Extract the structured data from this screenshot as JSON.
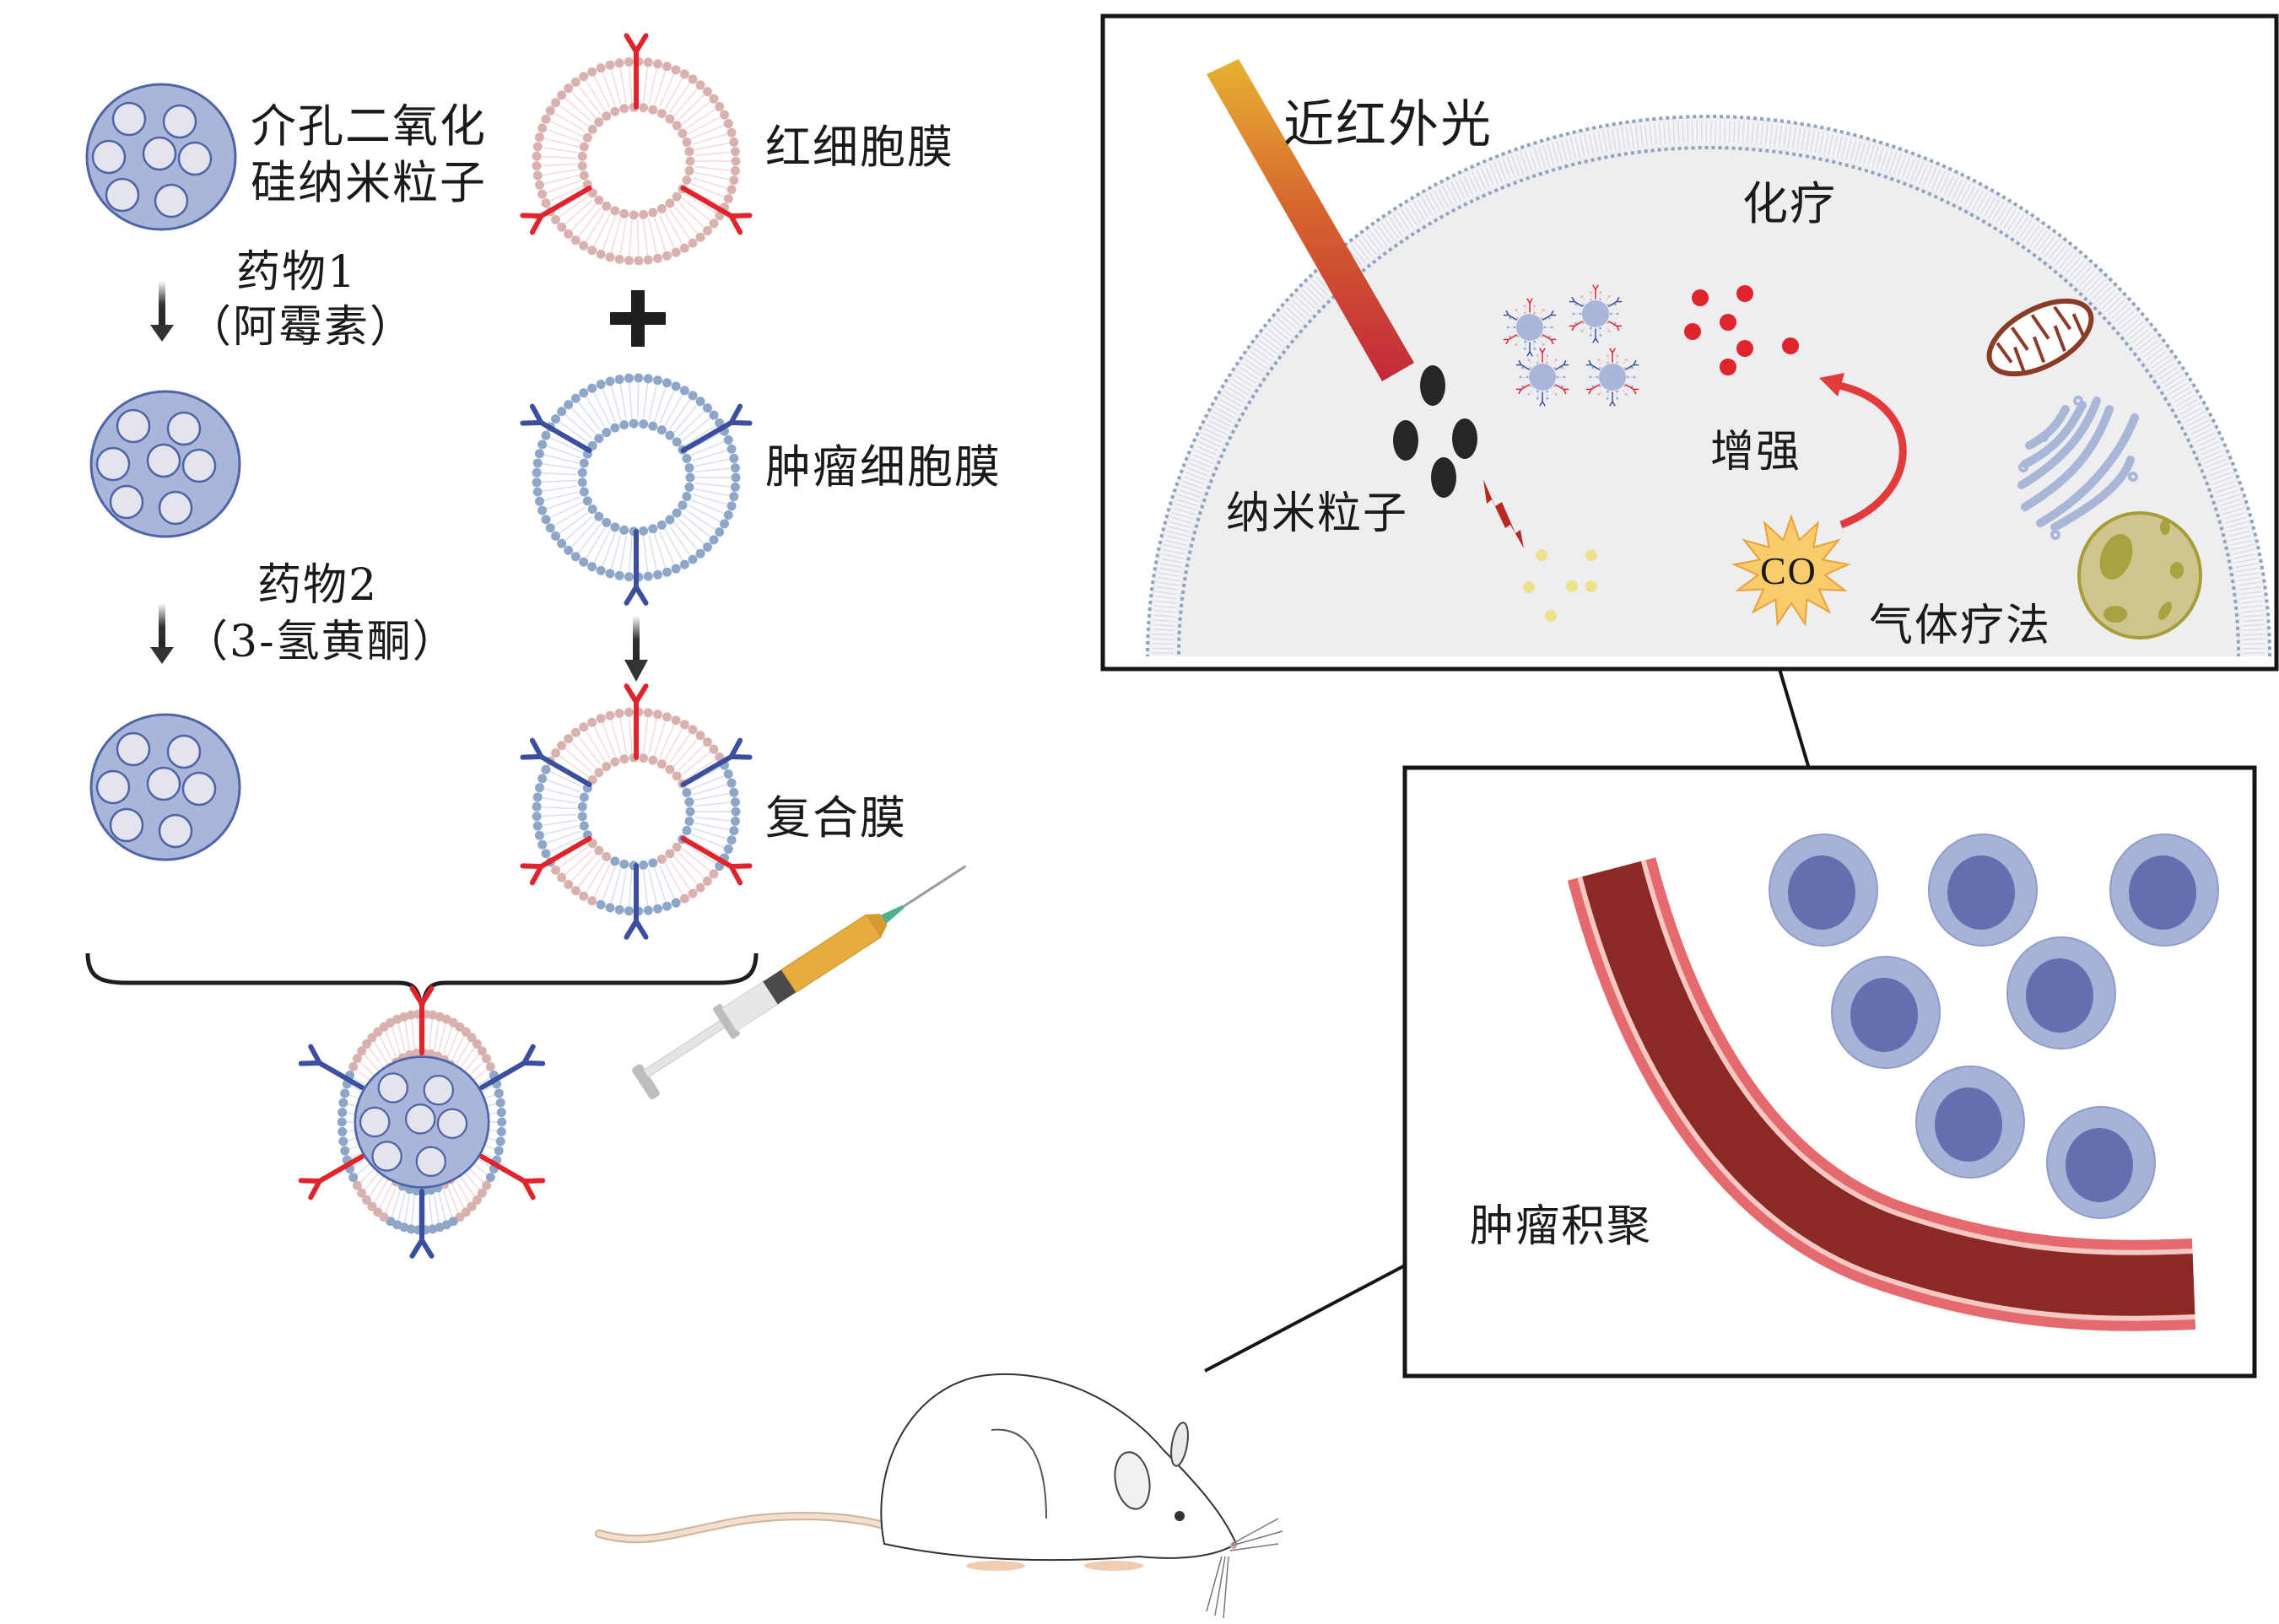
{
  "left_panel": {
    "msn_label_line1": "介孔二氧化",
    "msn_label_line2": "硅纳米粒子",
    "drug1_label": "药物1",
    "drug1_name": "（阿霉素）",
    "drug2_label": "药物2",
    "drug2_name": "（3-氢黄酮）",
    "rbc_membrane_label": "红细胞膜",
    "plus_symbol": "+",
    "tumor_membrane_label": "肿瘤细胞膜",
    "hybrid_membrane_label": "复合膜"
  },
  "cell_panel": {
    "nir_label": "近红外光",
    "chemo_label": "化疗",
    "nanoparticle_label": "纳米粒子",
    "enhance_label": "增强",
    "co_label": "CO",
    "gas_therapy_label": "气体疗法"
  },
  "tumor_panel": {
    "accumulation_label": "肿瘤积聚"
  },
  "colors": {
    "silica": "#a9b6d9",
    "silica_stroke": "#4f64a8",
    "pore": "#e4e4ec",
    "rbc_head": "#d9b2b0",
    "rbc_antibody": "#e0242d",
    "tumor_head": "#8ea6c8",
    "tumor_antibody": "#3b4f9e",
    "cell_bg": "#eeeef1",
    "membrane_dots": "#8ea3bf",
    "nir_start": "#e8b232",
    "nir_end": "#c4283a",
    "co_fill": "#f9cc6b",
    "arrow_red": "#e23b3b",
    "vessel": "#8b2a25",
    "vessel_wall": "#e46a6e",
    "tumor_cell_outer": "#a6b3d8",
    "tumor_cell_nucleus": "#6370b0",
    "mito": "#8b3c28",
    "golgi": "#a8b6d8",
    "lysosome": "#cfc58f"
  }
}
